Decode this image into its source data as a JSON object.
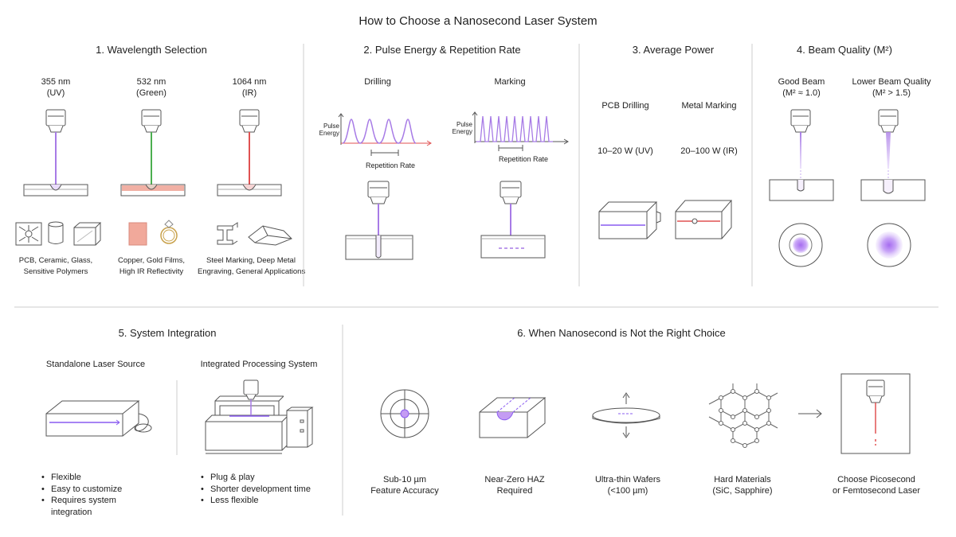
{
  "title": "How to Choose a Nanosecond Laser System",
  "wavelength": {
    "heading": "1. Wavelength Selection",
    "columns": [
      {
        "nm": "355 nm",
        "band": "(UV)",
        "beam_color": "#a77be6",
        "uses": [
          "PCB, Ceramic, Glass,",
          "Sensitive Polymers"
        ]
      },
      {
        "nm": "532 nm",
        "band": "(Green)",
        "beam_color": "#4caf50",
        "uses": [
          "Copper, Gold Films,",
          "High IR Reflectivity"
        ]
      },
      {
        "nm": "1064 nm",
        "band": "(IR)",
        "beam_color": "#e05252",
        "uses": [
          "Steel Marking, Deep Metal",
          "Engraving, General Applications"
        ]
      }
    ]
  },
  "pulse": {
    "heading": "2. Pulse Energy & Repetition Rate",
    "drilling_label": "Drilling",
    "marking_label": "Marking",
    "y_axis_label": [
      "Pulse",
      "Energy"
    ],
    "x_axis_label": "Repetition Rate"
  },
  "power": {
    "heading": "3. Average Power",
    "left_label": "PCB Drilling",
    "right_label": "Metal Marking",
    "left_value": "10–20 W (UV)",
    "right_value": "20–100 W (IR)"
  },
  "beam_quality": {
    "heading": "4. Beam Quality (M²)",
    "good": [
      "Good Beam",
      "(M² ≈ 1.0)"
    ],
    "lower": [
      "Lower Beam Quality",
      "(M² > 1.5)"
    ]
  },
  "integration": {
    "heading": "5. System Integration",
    "standalone_label": "Standalone Laser Source",
    "integrated_label": "Integrated Processing System",
    "standalone_points": [
      "Flexible",
      "Easy to customize",
      "Requires system",
      "integration"
    ],
    "integrated_points": [
      "Plug & play",
      "Shorter development time",
      "Less flexible"
    ]
  },
  "not_right": {
    "heading": "6. When Nanosecond is Not the Right Choice",
    "items": [
      [
        "Sub-10 µm",
        "Feature Accuracy"
      ],
      [
        "Near-Zero HAZ",
        "Required"
      ],
      [
        "Ultra-thin Wafers",
        "(<100 µm)"
      ],
      [
        "Hard Materials",
        "(SiC, Sapphire)"
      ],
      [
        "Choose Picosecond",
        "or Femtosecond Laser"
      ]
    ]
  },
  "colors": {
    "uv": "#a77be6",
    "green": "#4caf50",
    "ir": "#e05252",
    "accent": "#8a5cf0",
    "line": "#555555"
  }
}
